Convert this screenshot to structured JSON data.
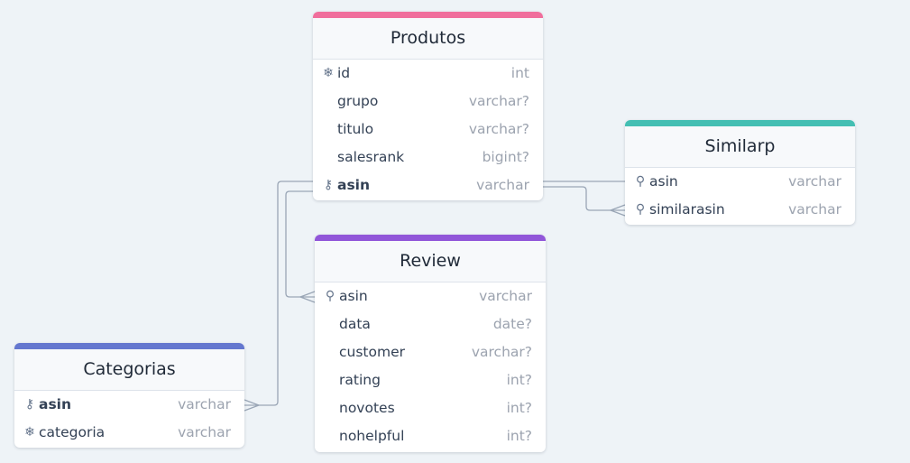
{
  "colors": {
    "produtos": "#f06e9c",
    "similarp": "#44bfb3",
    "review": "#9156d9",
    "categorias": "#6477cf",
    "edge": "#9aa6b6"
  },
  "tables": {
    "produtos": {
      "title": "Produtos",
      "rows": [
        {
          "icon": "snowflake-icon",
          "glyph": "❄",
          "name": "id",
          "type": "int",
          "bold": false
        },
        {
          "icon": "",
          "glyph": "",
          "name": "grupo",
          "type": "varchar?",
          "bold": false
        },
        {
          "icon": "",
          "glyph": "",
          "name": "titulo",
          "type": "varchar?",
          "bold": false
        },
        {
          "icon": "",
          "glyph": "",
          "name": "salesrank",
          "type": "bigint?",
          "bold": false
        },
        {
          "icon": "key-icon",
          "glyph": "⚷",
          "name": "asin",
          "type": "varchar",
          "bold": true
        }
      ]
    },
    "similarp": {
      "title": "Similarp",
      "rows": [
        {
          "icon": "pin-icon",
          "glyph": "⚲",
          "name": "asin",
          "type": "varchar",
          "bold": false
        },
        {
          "icon": "pin-icon",
          "glyph": "⚲",
          "name": "similarasin",
          "type": "varchar",
          "bold": false
        }
      ]
    },
    "review": {
      "title": "Review",
      "rows": [
        {
          "icon": "pin-icon",
          "glyph": "⚲",
          "name": "asin",
          "type": "varchar",
          "bold": false
        },
        {
          "icon": "",
          "glyph": "",
          "name": "data",
          "type": "date?",
          "bold": false
        },
        {
          "icon": "",
          "glyph": "",
          "name": "customer",
          "type": "varchar?",
          "bold": false
        },
        {
          "icon": "",
          "glyph": "",
          "name": "rating",
          "type": "int?",
          "bold": false
        },
        {
          "icon": "",
          "glyph": "",
          "name": "novotes",
          "type": "int?",
          "bold": false
        },
        {
          "icon": "",
          "glyph": "",
          "name": "nohelpful",
          "type": "int?",
          "bold": false
        }
      ]
    },
    "categorias": {
      "title": "Categorias",
      "rows": [
        {
          "icon": "key-icon",
          "glyph": "⚷",
          "name": "asin",
          "type": "varchar",
          "bold": true
        },
        {
          "icon": "snowflake-icon",
          "glyph": "❄",
          "name": "categoria",
          "type": "varchar",
          "bold": false
        }
      ]
    }
  },
  "relations": [
    {
      "from": "produtos.asin",
      "to": "similarp.asin",
      "cardinality": "one-to-one"
    },
    {
      "from": "produtos.asin",
      "to": "similarp.similarasin",
      "cardinality": "one-to-many"
    },
    {
      "from": "produtos.asin",
      "to": "review.asin",
      "cardinality": "one-to-many"
    },
    {
      "from": "produtos.asin",
      "to": "categorias.asin",
      "cardinality": "one-to-many"
    }
  ]
}
